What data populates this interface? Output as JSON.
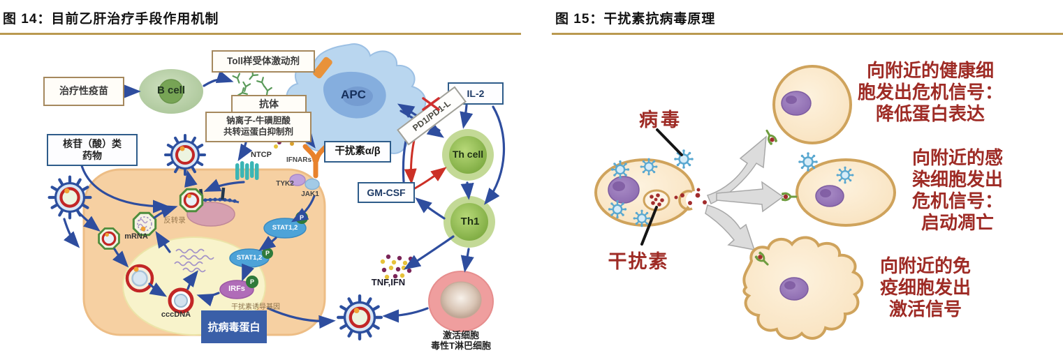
{
  "figure14": {
    "title": "图 14：目前乙肝治疗手段作用机制",
    "boxes": {
      "vaccine": "治疗性疫苗",
      "toll_agonist": "Toll样受体激动剂",
      "antibody": "抗体",
      "ntcp_inhibitor": [
        "钠离子-牛磺胆酸",
        "共转运蛋白抑制剂"
      ],
      "nucleoside_drugs": [
        "核苷（酸）类",
        "药物"
      ],
      "il2": "IL-2",
      "interferon_ab": "干扰素α/β",
      "gm_csf": "GM-CSF",
      "pd1_pdl1": "PD1/PD1-L",
      "antiviral_protein": "抗病毒蛋白"
    },
    "cells": {
      "b_cell": "B cell",
      "apc": "APC",
      "th_cell": "Th cell",
      "th1": "Th1",
      "ctl": [
        "激活细胞",
        "毒性T淋巴细胞"
      ]
    },
    "labels": {
      "ntcp": "NTCP",
      "ifnars": "IFNARs",
      "tyk2": "TYK2",
      "jak1": "JAK1",
      "mrna": "mRNA",
      "reverse_transcription": "反转录",
      "cccdna": "cccDNA",
      "stat12": "STAT1,2",
      "irfs": "IRFs",
      "phospho": "P",
      "ifn_induced_genes": "干扰素诱导基因",
      "tnf_ifn": "TNF,IFN"
    }
  },
  "figure15": {
    "title": "图 15：干扰素抗病毒原理",
    "labels": {
      "virus": "病毒",
      "interferon": "干扰素"
    },
    "annotations": {
      "healthy": [
        "向附近的健康细",
        "胞发出危机信号：",
        "降低蛋白表达"
      ],
      "infected": [
        "向附近的感",
        "染细胞发出",
        "危机信号：",
        "启动凋亡"
      ],
      "immune": [
        "向附近的免",
        "疫细胞发出",
        "激活信号"
      ]
    }
  },
  "colors": {
    "rule_gold": "#ba9950",
    "annotation_red": "#9e2b25",
    "box_border_tan": "#a5885d",
    "box_border_blue": "#2e5c8a",
    "antiviral_box_fill": "#3a5fa8",
    "arrow_blue": "#2e4d9e",
    "arrow_red": "#cc3026",
    "hepatocyte_fill": "#f6d0a2",
    "fig15_cell_border": "#cfa35c"
  }
}
